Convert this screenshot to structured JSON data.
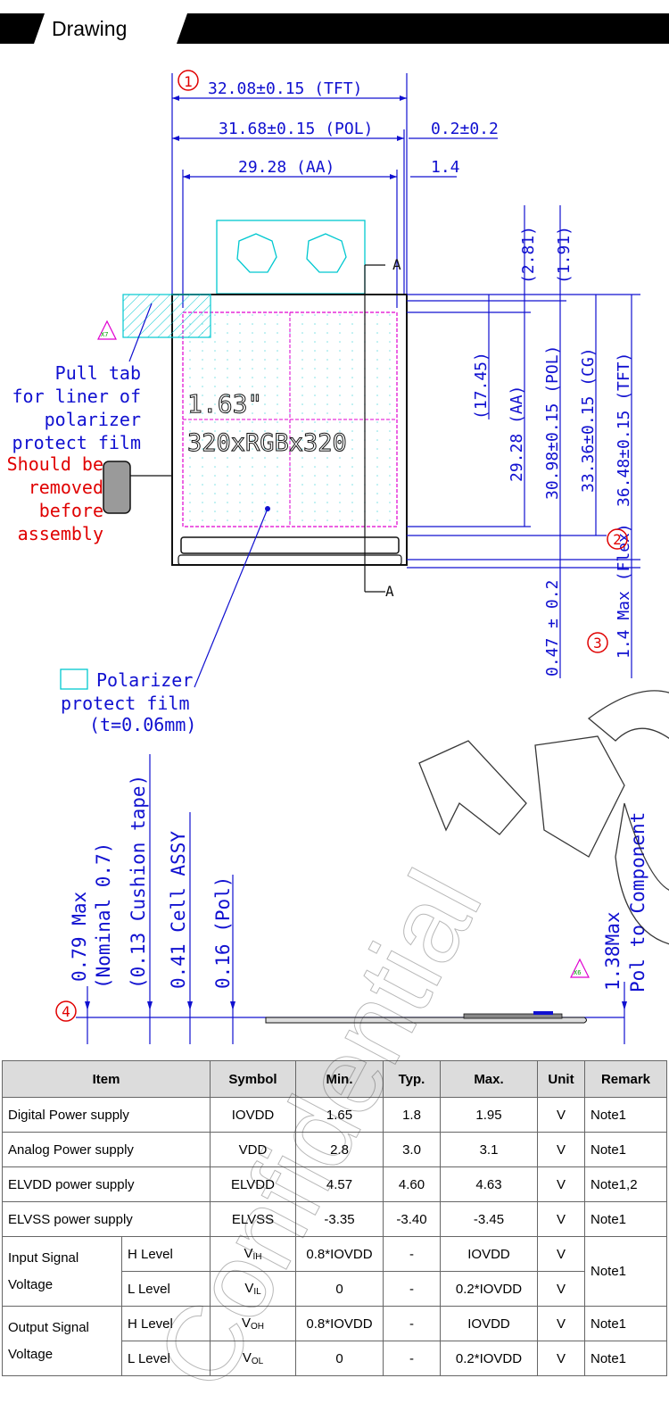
{
  "header": {
    "title": "Drawing"
  },
  "drawing": {
    "dims_top": {
      "tft_width": "32.08±0.15 (TFT)",
      "pol_width": "31.68±0.15 (POL)",
      "aa_width": "29.28 (AA)",
      "offset_02": "0.2±0.2",
      "offset_14": "1.4"
    },
    "dims_right": {
      "d281": "(2.81)",
      "d191": "(1.91)",
      "d1745": "(17.45)",
      "aa_height": "29.28 (AA)",
      "pol_height": "30.98±0.15 (POL)",
      "cg_height": "33.36±0.15 (CG)",
      "tft_height": "36.48±0.15 (TFT)",
      "d047": "0.47 ± 0.2",
      "flex": "1.4 Max (Flex)"
    },
    "markers": {
      "m1": "1",
      "m2": "2",
      "m3": "3",
      "m4": "4",
      "x7": "X7",
      "x6": "X6",
      "sectA": "A"
    },
    "panel": {
      "size": "1.63\"",
      "resolution": "320xRGBx320"
    },
    "notes": {
      "pull_tab": [
        "Pull tab",
        "for liner of",
        "polarizer",
        "protect film"
      ],
      "warning": [
        "Should be",
        "removed",
        "before",
        "assembly"
      ],
      "legend": [
        "Polarizer",
        "protect film",
        "(t=0.06mm)"
      ]
    },
    "dims_side": {
      "max079": "0.79 Max",
      "nominal": "(Nominal 0.7)",
      "cushion": "(0.13 Cushion tape)",
      "cell": "0.41 Cell ASSY",
      "pol": "0.16 (Pol)",
      "max138": "1.38Max",
      "pol_to_comp": "Pol to Component"
    },
    "watermark_text": "Confidential"
  },
  "table": {
    "headers": [
      "Item",
      "Symbol",
      "Min.",
      "Typ.",
      "Max.",
      "Unit",
      "Remark"
    ],
    "rows": [
      {
        "item": "Digital Power supply",
        "symbol": "IOVDD",
        "min": "1.65",
        "typ": "1.8",
        "max": "1.95",
        "unit": "V",
        "remark": "Note1"
      },
      {
        "item": "Analog Power supply",
        "symbol": "VDD",
        "min": "2.8",
        "typ": "3.0",
        "max": "3.1",
        "unit": "V",
        "remark": "Note1"
      },
      {
        "item": "ELVDD power supply",
        "symbol": "ELVDD",
        "min": "4.57",
        "typ": "4.60",
        "max": "4.63",
        "unit": "V",
        "remark": "Note1,2"
      },
      {
        "item": "ELVSS power supply",
        "symbol": "ELVSS",
        "min": "-3.35",
        "typ": "-3.40",
        "max": "-3.45",
        "unit": "V",
        "remark": "Note1"
      }
    ],
    "input_group": {
      "label": [
        "Input Signal",
        "Voltage"
      ],
      "remark": "Note1",
      "h": {
        "level": "H Level",
        "sym": "V",
        "sub": "IH",
        "min": "0.8*IOVDD",
        "typ": "-",
        "max": "IOVDD",
        "unit": "V"
      },
      "l": {
        "level": "L Level",
        "sym": "V",
        "sub": "IL",
        "min": "0",
        "typ": "-",
        "max": "0.2*IOVDD",
        "unit": "V"
      }
    },
    "output_group": {
      "label": [
        "Output Signal",
        "Voltage"
      ],
      "h": {
        "level": "H Level",
        "sym": "V",
        "sub": "OH",
        "min": "0.8*IOVDD",
        "typ": "-",
        "max": "IOVDD",
        "unit": "V",
        "remark": "Note1"
      },
      "l": {
        "level": "L Level",
        "sym": "V",
        "sub": "OL",
        "min": "0",
        "typ": "-",
        "max": "0.2*IOVDD",
        "unit": "V",
        "remark": "Note1"
      }
    }
  }
}
